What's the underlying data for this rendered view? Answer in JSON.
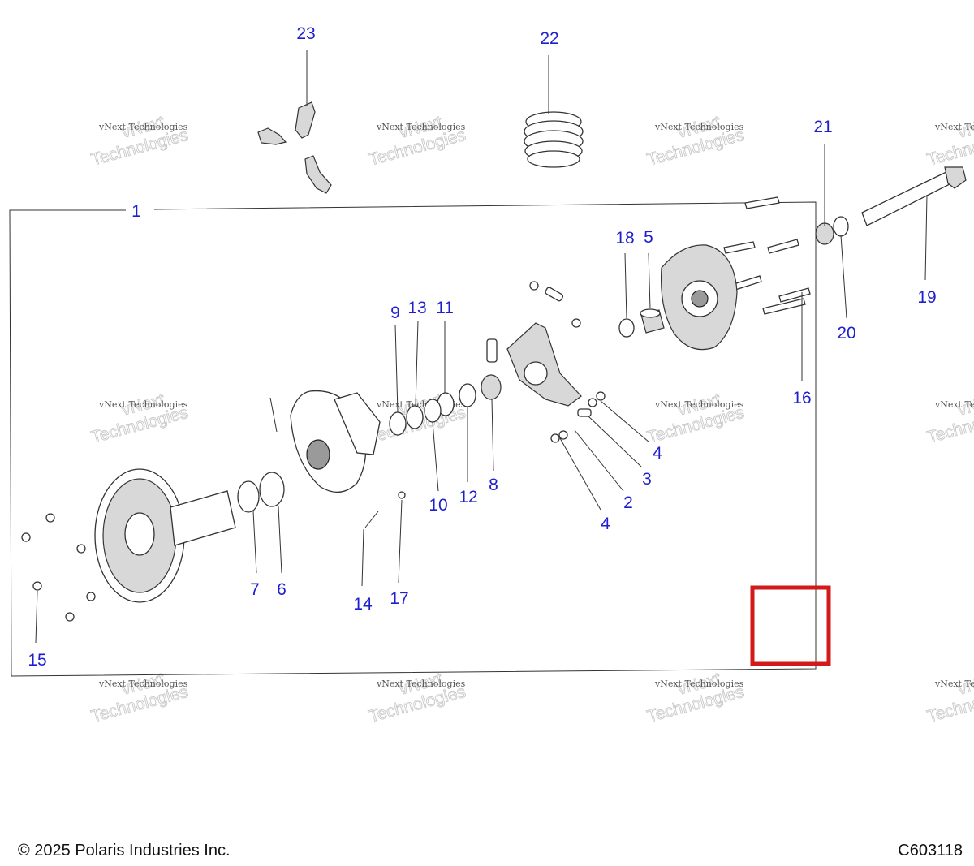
{
  "watermark": {
    "line1": "vNext Technologies",
    "line2": "vNext",
    "line3": "Technologies"
  },
  "callouts": {
    "c1": "1",
    "c2": "2",
    "c3": "3",
    "c4a": "4",
    "c4b": "4",
    "c5": "5",
    "c6": "6",
    "c7": "7",
    "c8": "8",
    "c9": "9",
    "c10": "10",
    "c11": "11",
    "c12": "12",
    "c13": "13",
    "c14": "14",
    "c15": "15",
    "c16": "16",
    "c17": "17",
    "c18": "18",
    "c19": "19",
    "c20": "20",
    "c21": "21",
    "c22": "22",
    "c23": "23"
  },
  "footer": {
    "copyright": "© 2025 Polaris Industries Inc.",
    "diagram_id": "C603118"
  },
  "colors": {
    "callout": "#1f1fd0",
    "highlight_box": "#d21a1a"
  }
}
